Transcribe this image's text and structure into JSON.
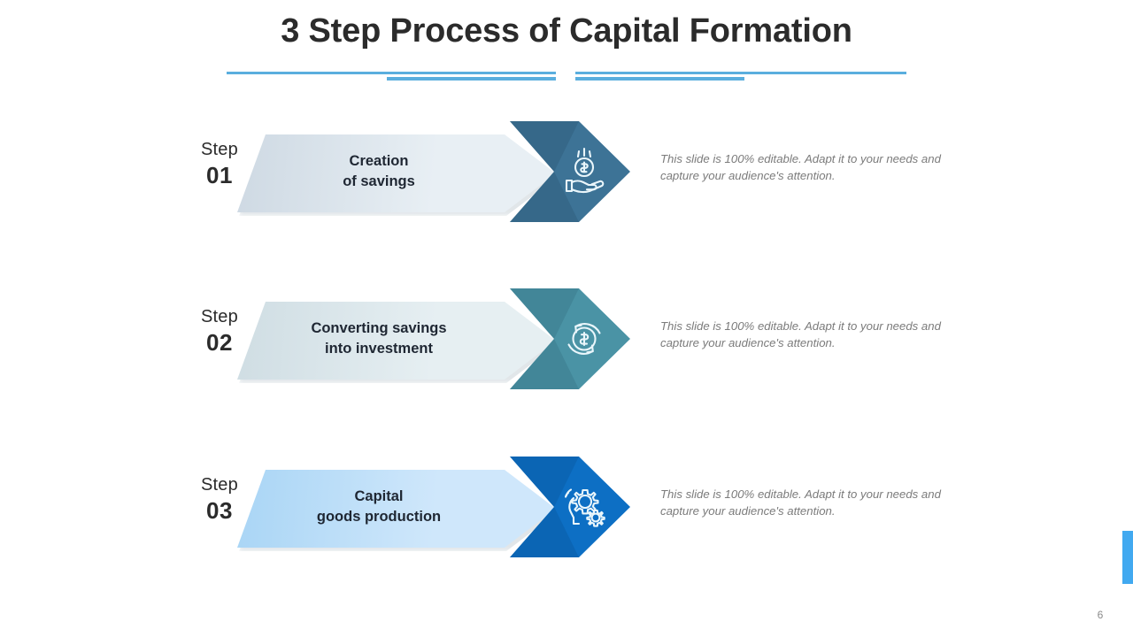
{
  "slide": {
    "title": "3 Step Process of Capital Formation",
    "page_number": "6",
    "accent_color": "#5aaede",
    "edge_bar_color": "#41a9f0"
  },
  "steps": [
    {
      "step_word": "Step",
      "step_number": "01",
      "title_line1": "Creation",
      "title_line2": "of savings",
      "description": "This slide is 100% editable. Adapt it to your needs and capture your audience's attention.",
      "icon": "hand-holding-money-icon",
      "band_color_start": "#ced9e3",
      "band_color_end": "#e8eff4",
      "head_color": "#3d7396",
      "head_shade_color": "#2f5d7c"
    },
    {
      "step_word": "Step",
      "step_number": "02",
      "title_line1": "Converting savings",
      "title_line2": "into investment",
      "description": "This slide is 100% editable. Adapt it to your needs and capture your audience's attention.",
      "icon": "money-recycle-arrows-icon",
      "band_color_start": "#cfdde3",
      "band_color_end": "#e6eff2",
      "head_color": "#4a93a5",
      "head_shade_color": "#3a7a8b"
    },
    {
      "step_word": "Step",
      "step_number": "03",
      "title_line1": "Capital",
      "title_line2": "goods production",
      "description": "This slide is 100% editable. Adapt it to your needs and capture your audience's attention.",
      "icon": "gears-production-icon",
      "band_color_start": "#a9d5f5",
      "band_color_end": "#cfe7fb",
      "head_color": "#0d6fc4",
      "head_shade_color": "#0a5ba3"
    }
  ]
}
